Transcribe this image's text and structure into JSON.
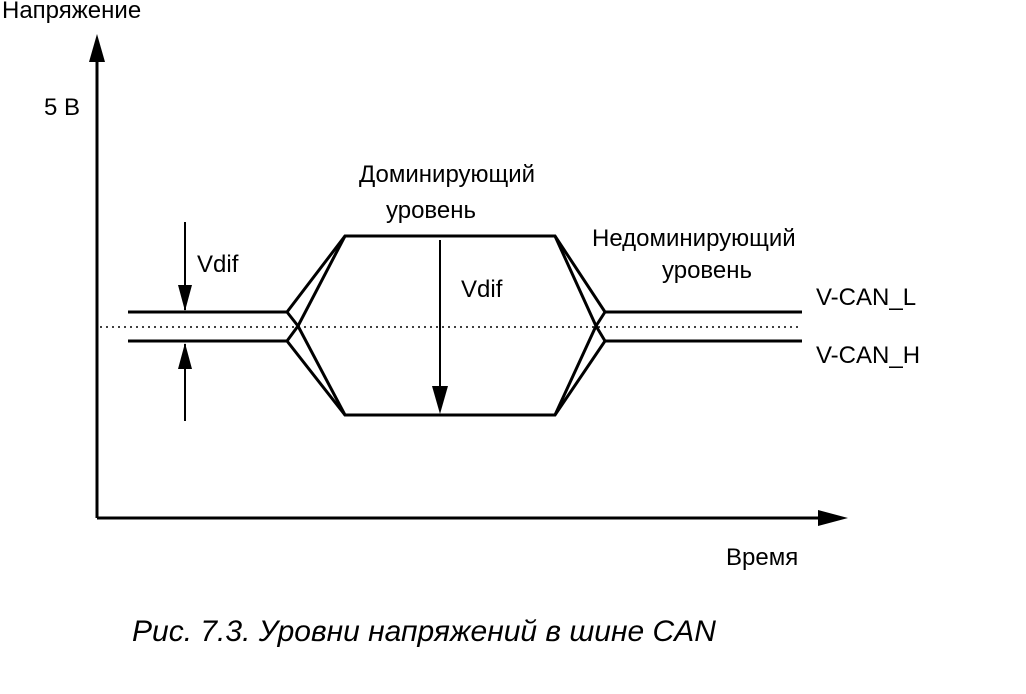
{
  "diagram": {
    "y_axis_label": "Напряжение",
    "y_tick_label": "5 В",
    "x_axis_label": "Время",
    "dominant_label_line1": "Доминирующий",
    "dominant_label_line2": "уровень",
    "recessive_label_line1": "Недоминирующий",
    "recessive_label_line2": "уровень",
    "vdif_left": "Vdif",
    "vdif_center": "Vdif",
    "signal_low_label": "V-CAN_L",
    "signal_high_label": "V-CAN_H",
    "caption": "Рис. 7.3. Уровни напряжений в шине CAN"
  },
  "colors": {
    "stroke": "#000000",
    "background": "#ffffff"
  }
}
